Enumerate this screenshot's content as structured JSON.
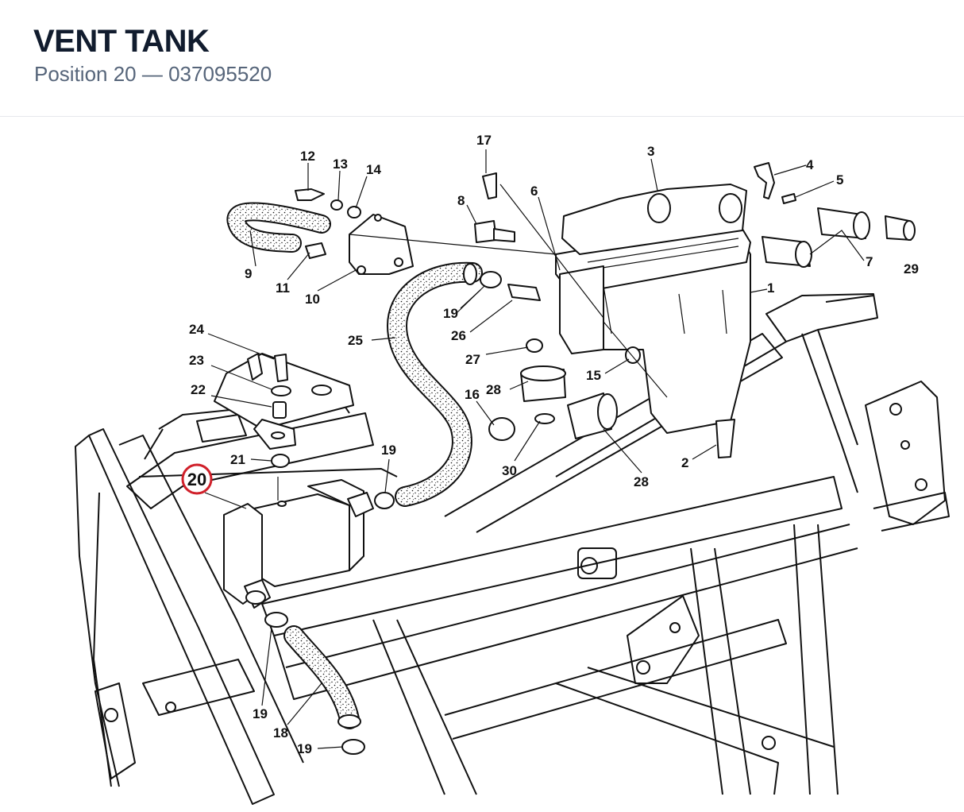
{
  "header": {
    "title": "VENT TANK",
    "subtitle": "Position 20 — 037095520"
  },
  "highlight": {
    "callout": "20",
    "color": "#d0202a"
  },
  "callouts": [
    {
      "id": "c1",
      "label": "1"
    },
    {
      "id": "c2",
      "label": "2"
    },
    {
      "id": "c3",
      "label": "3"
    },
    {
      "id": "c4",
      "label": "4"
    },
    {
      "id": "c5",
      "label": "5"
    },
    {
      "id": "c6",
      "label": "6"
    },
    {
      "id": "c7",
      "label": "7"
    },
    {
      "id": "c8",
      "label": "8"
    },
    {
      "id": "c9",
      "label": "9"
    },
    {
      "id": "c10",
      "label": "10"
    },
    {
      "id": "c11",
      "label": "11"
    },
    {
      "id": "c12",
      "label": "12"
    },
    {
      "id": "c13",
      "label": "13"
    },
    {
      "id": "c14",
      "label": "14"
    },
    {
      "id": "c15",
      "label": "15"
    },
    {
      "id": "c16",
      "label": "16"
    },
    {
      "id": "c17",
      "label": "17"
    },
    {
      "id": "c18",
      "label": "18"
    },
    {
      "id": "c19a",
      "label": "19"
    },
    {
      "id": "c19b",
      "label": "19"
    },
    {
      "id": "c19c",
      "label": "19"
    },
    {
      "id": "c19d",
      "label": "19"
    },
    {
      "id": "c21",
      "label": "21"
    },
    {
      "id": "c22",
      "label": "22"
    },
    {
      "id": "c23",
      "label": "23"
    },
    {
      "id": "c24",
      "label": "24"
    },
    {
      "id": "c25",
      "label": "25"
    },
    {
      "id": "c26",
      "label": "26"
    },
    {
      "id": "c27",
      "label": "27"
    },
    {
      "id": "c28a",
      "label": "28"
    },
    {
      "id": "c28b",
      "label": "28"
    },
    {
      "id": "c29",
      "label": "29"
    },
    {
      "id": "c30",
      "label": "30"
    }
  ]
}
